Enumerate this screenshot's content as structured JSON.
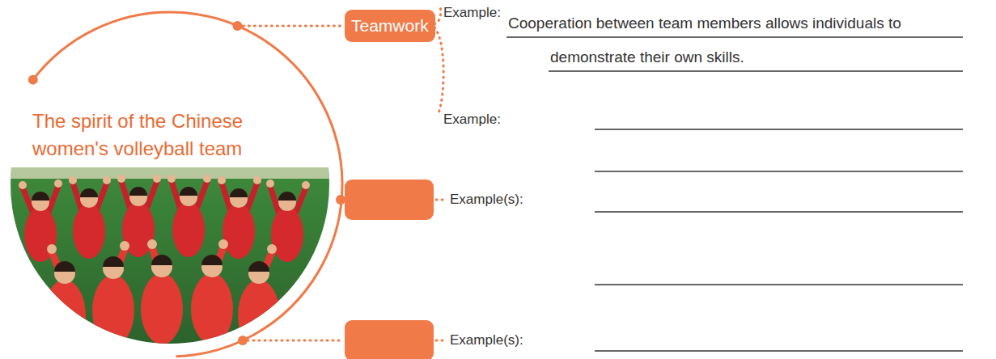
{
  "diagram": {
    "nodes": [
      {
        "text": [
          "The spirit of the Chinese women's volleyball team"
        ]
      },
      {
        "text": [
          "Teamwork"
        ]
      }
    ],
    "edges": [
      {
        "from": 0,
        "to": 1,
        "arrow": "none"
      }
    ],
    "labels": [
      "Example:",
      "Cooperation between team members allows individuals to demonstrate their own skills.",
      "Example:",
      "Example(s):",
      "Example(s):"
    ]
  }
}
